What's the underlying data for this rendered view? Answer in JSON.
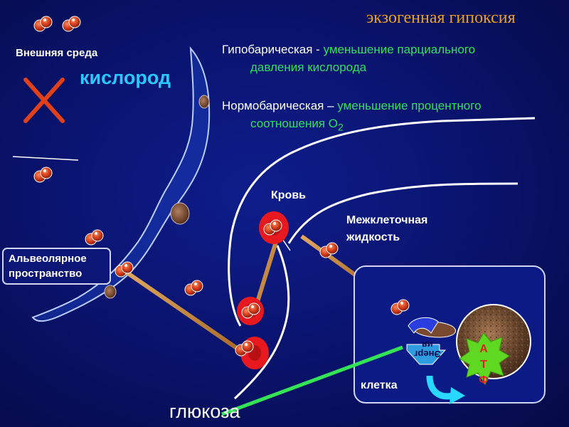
{
  "title": "экзогенная гипоксия",
  "hypobaric": {
    "term": "Гипобарическая",
    "dash": " - ",
    "desc_line1": "уменьшение парциального",
    "desc_line2": "давления кислорода"
  },
  "normobaric": {
    "term": "Нормобарическая",
    "dash": " – ",
    "desc_line1": "уменьшение процентного",
    "desc_line2": "соотношения О",
    "desc_sub": "2"
  },
  "labels": {
    "external_env": "Внешняя среда",
    "oxygen": "кислород",
    "alveolar_line1": "Альвеолярное",
    "alveolar_line2": "пространство",
    "blood": "Кровь",
    "intercellular_line1": "Межклеточная",
    "intercellular_line2": "жидкость",
    "cell": "клетка",
    "glucose": "глюкоза",
    "energy_line1": "Энерг",
    "energy_line2": "ия",
    "atp_letters": [
      "А",
      "Т",
      "Ф"
    ]
  },
  "colors": {
    "title": "#e8a020",
    "desc_green": "#2ee05a",
    "oxygen_cyan": "#29c8ff",
    "molecule": "#d03a18",
    "rod": "#c88a3a",
    "cross": "#e0401a",
    "rbc": "#e8191e",
    "glucose_line": "#33e455",
    "arrow_cyan": "#28d8ff",
    "atp_star": "#5ed820"
  }
}
